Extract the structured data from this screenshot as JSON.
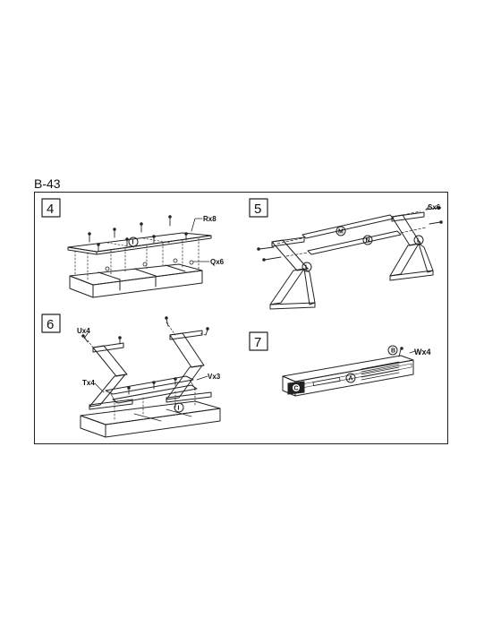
{
  "document": {
    "code": "B-43"
  },
  "steps": [
    {
      "number": "4",
      "labels": {
        "part_i": "I",
        "rx": "Rx8",
        "qx": "Qx6"
      }
    },
    {
      "number": "5",
      "labels": {
        "part_m": "M",
        "part_n": "N",
        "part_l1": "L",
        "part_l2": "L",
        "sx": "Sx6"
      }
    },
    {
      "number": "6",
      "labels": {
        "ux": "Ux4",
        "tx": "Tx4",
        "vx": "Vx3",
        "part_i": "I"
      }
    },
    {
      "number": "7",
      "labels": {
        "part_a": "A",
        "part_b": "B",
        "part_c": "C",
        "wx": "Wx4"
      }
    }
  ]
}
